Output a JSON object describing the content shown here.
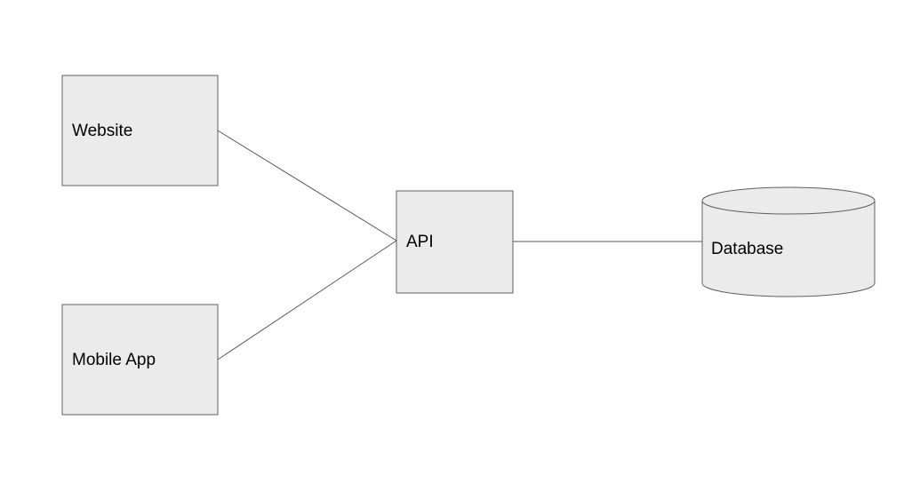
{
  "diagram": {
    "nodes": [
      {
        "id": "website",
        "label": "Website",
        "shape": "rectangle"
      },
      {
        "id": "mobile_app",
        "label": "Mobile App",
        "shape": "rectangle"
      },
      {
        "id": "api",
        "label": "API",
        "shape": "rectangle"
      },
      {
        "id": "database",
        "label": "Database",
        "shape": "cylinder"
      }
    ],
    "edges": [
      {
        "from": "website",
        "to": "api"
      },
      {
        "from": "mobile_app",
        "to": "api"
      },
      {
        "from": "api",
        "to": "database"
      }
    ],
    "colors": {
      "node_fill": "#ebebeb",
      "node_stroke": "#5f5f5f",
      "edge_stroke": "#595959",
      "background": "#ffffff"
    }
  }
}
